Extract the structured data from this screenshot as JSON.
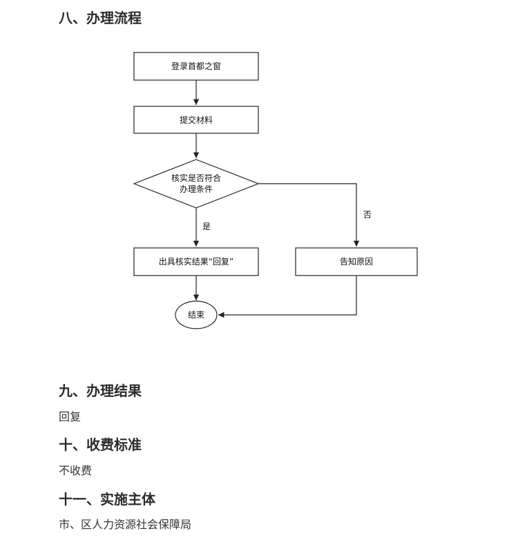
{
  "sections": {
    "process": {
      "heading": "八、办理流程"
    },
    "result": {
      "heading": "九、办理结果",
      "text": "回复"
    },
    "fee": {
      "heading": "十、收费标准",
      "text": "不收费"
    },
    "subject": {
      "heading": "十一、实施主体",
      "text": "市、区人力资源社会保障局"
    }
  },
  "flowchart": {
    "login": "登录首都之窗",
    "submit": "提交材料",
    "decision_line1": "核实是否符合",
    "decision_line2": "办理条件",
    "yes_label": "是",
    "no_label": "否",
    "issue_result": "出具核实结果“回复”",
    "notify_reason": "告知原因",
    "end": "结束"
  }
}
